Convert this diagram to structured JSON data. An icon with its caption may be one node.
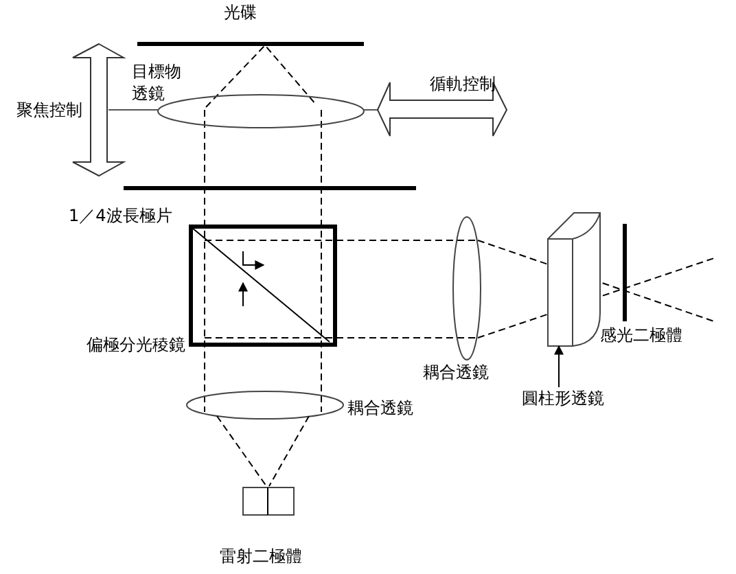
{
  "diagram": {
    "nodes": [
      {
        "text": [
          "圓柱形透鏡"
        ]
      },
      {
        "text": [],
        "shape": "lens"
      }
    ],
    "edges": [
      {
        "from": 0,
        "to": 1,
        "arrow": "to"
      }
    ],
    "labels": [
      "光碟",
      "目標物透鏡",
      "循軌控制",
      "聚焦控制",
      "1／4波長極片",
      "感光二極體",
      "偏極分光稜鏡",
      "耦合透鏡",
      "耦合透鏡",
      "雷射二極體"
    ]
  }
}
